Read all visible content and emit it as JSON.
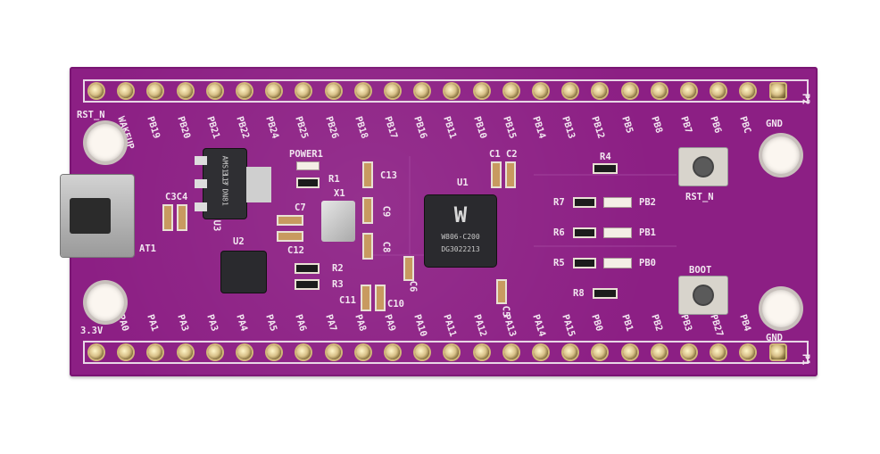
{
  "board": {
    "header_top_name": "P2",
    "header_bottom_name": "P1",
    "top_pins": [
      "RST_N",
      "WAKEUP",
      "PB19",
      "PB20",
      "PB21",
      "PB22",
      "PB24",
      "PB25",
      "PB26",
      "PB18",
      "PB17",
      "PB16",
      "PB11",
      "PB10",
      "PB15",
      "PB14",
      "PB13",
      "PB12",
      "PB5",
      "PB8",
      "PB7",
      "PB6",
      "PBC",
      "GND"
    ],
    "bottom_pins": [
      "3.3V",
      "PA0",
      "PA1",
      "PA3",
      "PA3",
      "PA4",
      "PA5",
      "PA6",
      "PA7",
      "PA8",
      "PA9",
      "PA10",
      "PA11",
      "PA12",
      "PA13",
      "PA14",
      "PA15",
      "PB0",
      "PB1",
      "PB2",
      "PB3",
      "PB27",
      "PB4",
      "GND"
    ],
    "labels": {
      "ams": "AMS1117",
      "ams2": "3.3 DN81",
      "u1": "U1",
      "u2": "U2",
      "u3": "U3",
      "x1": "X1",
      "mcu_line1": "W806-C200",
      "mcu_line2": "DG3022213",
      "power": "POWER1",
      "r1": "R1",
      "r2": "R2",
      "r3": "R3",
      "r4": "R4",
      "r5": "R5",
      "r6": "R6",
      "r7": "R7",
      "r8": "R8",
      "c1c2": "C1 C2",
      "c3c4": "C3C4",
      "c5": "C5",
      "c6": "C6",
      "c7": "C7",
      "c8": "C8",
      "c9": "C9",
      "c10": "C10",
      "c11": "C11",
      "c12": "C12",
      "c13": "C13",
      "at1": "AT1",
      "pb2": "PB2",
      "pb1": "PB1",
      "pb0": "PB0",
      "rst": "RST_N",
      "boot": "BOOT"
    }
  }
}
